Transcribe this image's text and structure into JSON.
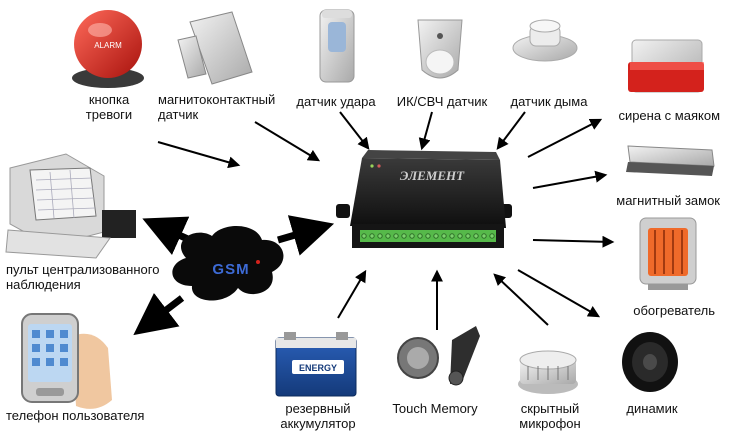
{
  "controller": {
    "brand": "ЭЛЕМЕНТ"
  },
  "gsm": {
    "label": "GSM"
  },
  "devices": {
    "panic_button": {
      "label": "кнопка\nтревоги",
      "icon": "alarm-button-icon"
    },
    "magnetic_contact": {
      "label": "магнитоконтактный\nдатчик",
      "icon": "magnetic-contact-icon"
    },
    "shock_sensor": {
      "label": "датчик удара",
      "icon": "shock-sensor-icon"
    },
    "ir_sensor": {
      "label": "ИК/СВЧ датчик",
      "icon": "motion-sensor-icon"
    },
    "smoke_sensor": {
      "label": "датчик дыма",
      "icon": "smoke-detector-icon"
    },
    "siren": {
      "label": "сирена с маяком",
      "icon": "siren-icon"
    },
    "magnetic_lock": {
      "label": "магнитный замок",
      "icon": "magnetic-lock-icon"
    },
    "heater": {
      "label": "обогреватель",
      "icon": "heater-icon"
    },
    "speaker": {
      "label": "динамик",
      "icon": "speaker-icon"
    },
    "hidden_mic": {
      "label": "скрытный\nмикрофон",
      "icon": "microphone-icon"
    },
    "touch_memory": {
      "label": "Touch Memory",
      "icon": "touch-memory-icon"
    },
    "battery": {
      "label": "резервный\nаккумулятор",
      "icon": "battery-icon",
      "brand_text": "ENERGY"
    },
    "monitoring_console": {
      "label": "пульт централизованного\nнаблюдения",
      "icon": "computer-icon"
    },
    "user_phone": {
      "label": "телефон пользователя",
      "icon": "smartphone-icon"
    }
  },
  "colors": {
    "arrow": "#000000",
    "controller_body": "#1c1c1c",
    "gsm_cloud": "#0a0a0a",
    "gsm_text": "#3d6bd6",
    "terminal": "#56b94a",
    "alarm_red": "#d4221c"
  }
}
